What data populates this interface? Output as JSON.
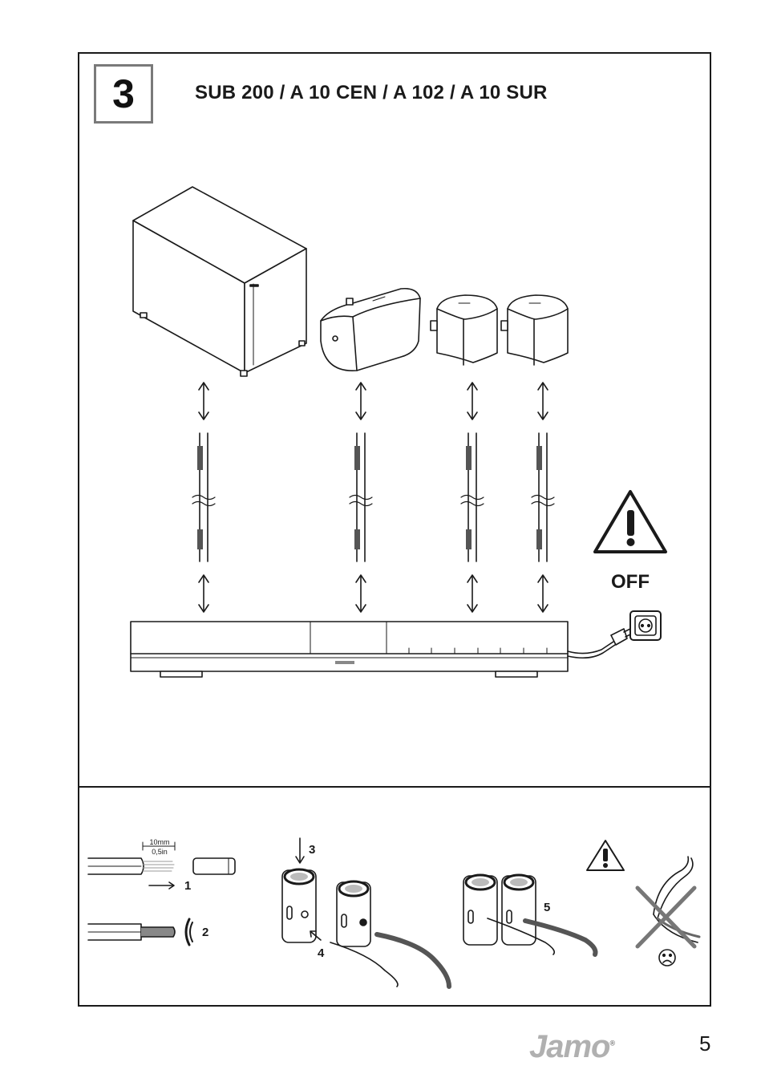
{
  "step": {
    "number": "3"
  },
  "header": {
    "title": "SUB 200 / A 10 CEN / A 102 / A 10 SUR"
  },
  "warning": {
    "off_label": "OFF"
  },
  "instructions": {
    "strip_length_mm": "10mm",
    "strip_length_in": "0,5in",
    "steps": [
      "1",
      "2",
      "3",
      "4",
      "5"
    ]
  },
  "footer": {
    "brand": "Jamo",
    "registered": "®",
    "page_number": "5"
  },
  "icons": [
    "warning-triangle-icon",
    "power-socket-icon",
    "plug-icon",
    "sad-face-icon",
    "cross-icon"
  ]
}
